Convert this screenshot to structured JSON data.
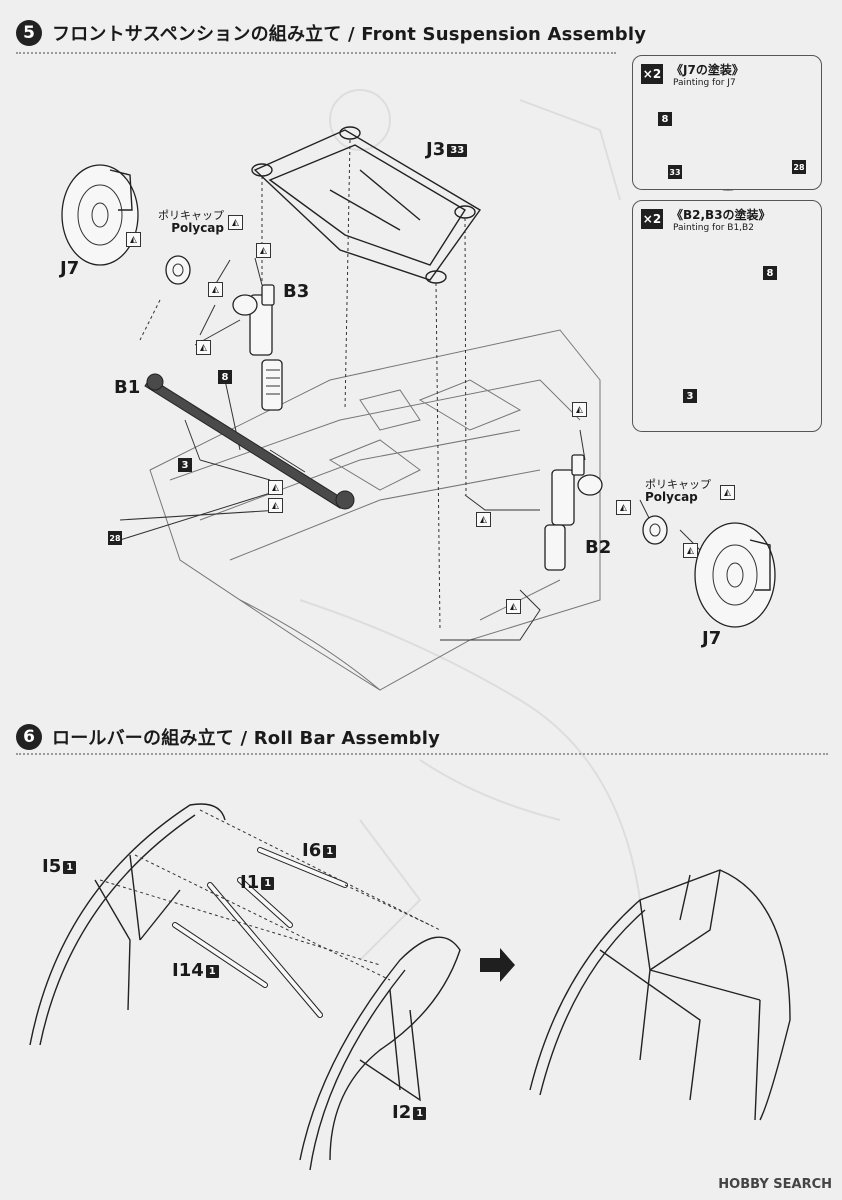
{
  "step5": {
    "number": "5",
    "title": "フロントサスペンションの組み立て / Front Suspension Assembly",
    "parts": {
      "j3": "J3",
      "j3_num": "33",
      "j7_left": "J7",
      "j7_right": "J7",
      "b1": "B1",
      "b2": "B2",
      "b3": "B3",
      "polycap_jp_left": "ポリキャップ",
      "polycap_en_left": "Polycap",
      "polycap_jp_right": "ポリキャップ",
      "polycap_en_right": "Polycap",
      "callout_8": "8",
      "callout_3": "3",
      "callout_28": "28"
    },
    "paint_j7": {
      "multiplier": "×2",
      "title": "《J7の塗装》",
      "subtitle": "Painting for J7",
      "colors": [
        "8",
        "33",
        "28"
      ]
    },
    "paint_b": {
      "multiplier": "×2",
      "title": "《B2,B3の塗装》",
      "subtitle": "Painting for B1,B2",
      "colors": [
        "8",
        "3"
      ]
    }
  },
  "step6": {
    "number": "6",
    "title": "ロールバーの組み立て / Roll Bar Assembly",
    "parts": [
      {
        "name": "I5",
        "num": "1"
      },
      {
        "name": "I6",
        "num": "1"
      },
      {
        "name": "I1",
        "num": "1"
      },
      {
        "name": "I14",
        "num": "1"
      },
      {
        "name": "I2",
        "num": "1"
      }
    ]
  },
  "watermark": "HOBBY SEARCH",
  "colors": {
    "background": "#efefef",
    "ink": "#1f1f1f",
    "paint_silver": "#888888",
    "paint_dark": "#4a4a4a"
  }
}
